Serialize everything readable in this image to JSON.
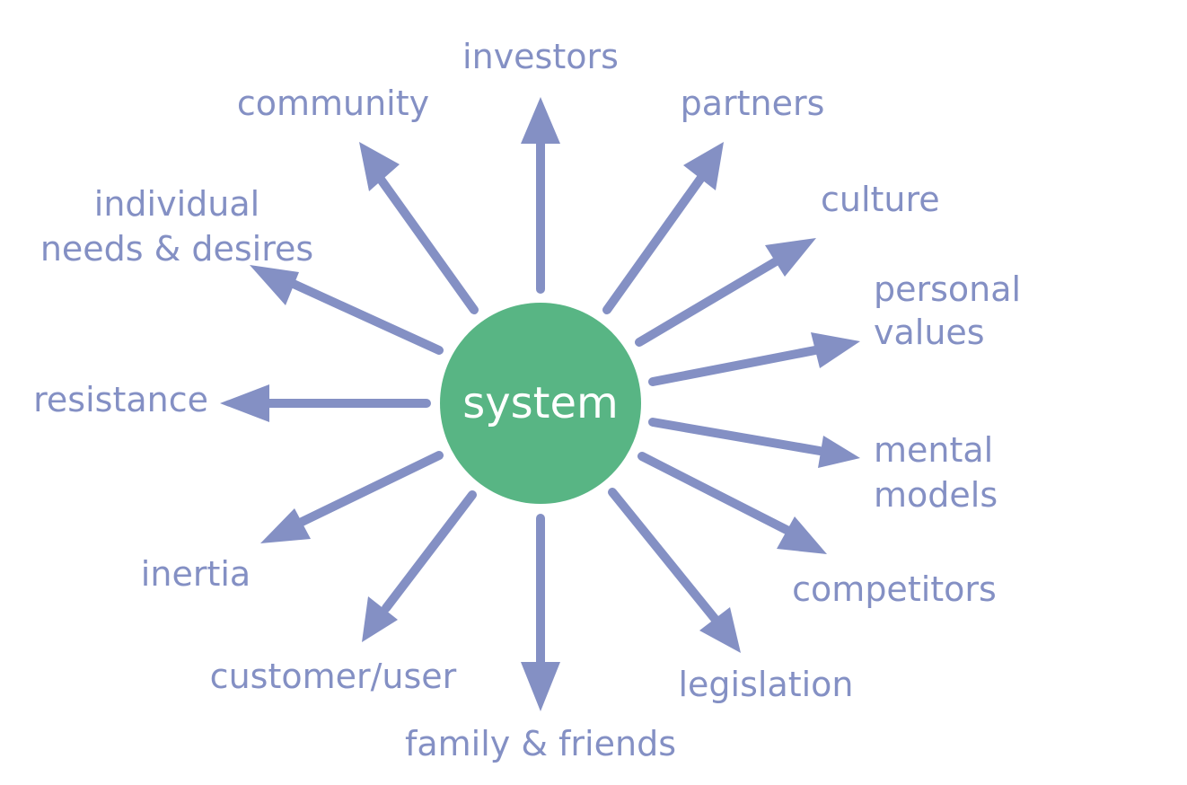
{
  "colors": {
    "arrow": "#8490c4",
    "center_fill": "#58b584",
    "center_text": "#ffffff",
    "label": "#8490c4"
  },
  "center": {
    "label": "system"
  },
  "labels": {
    "investors": "investors",
    "community": "community",
    "partners": "partners",
    "individual_line1": "individual",
    "individual_line2": "needs & desires",
    "culture": "culture",
    "personal_line1": "personal",
    "personal_line2": "values",
    "resistance": "resistance",
    "mental_line1": "mental",
    "mental_line2": "models",
    "inertia": "inertia",
    "competitors": "competitors",
    "customer": "customer/user",
    "legislation": "legislation",
    "family": "family & friends"
  }
}
